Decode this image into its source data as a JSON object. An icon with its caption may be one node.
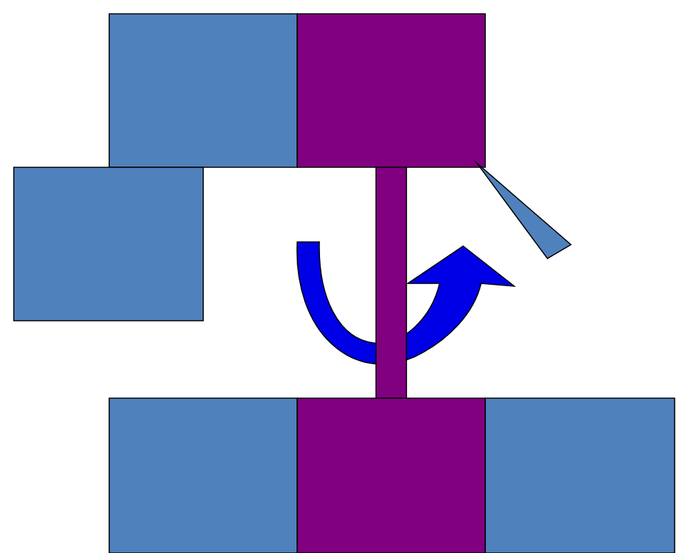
{
  "diagram": {
    "nodes": [
      {
        "text": [],
        "shape": "box"
      },
      {
        "text": [],
        "shape": "box"
      },
      {
        "text": [],
        "shape": "box"
      },
      {
        "text": [],
        "shape": "bar"
      },
      {
        "text": [],
        "shape": "triangle"
      },
      {
        "text": [],
        "shape": "box"
      },
      {
        "text": [],
        "shape": "box"
      },
      {
        "text": [],
        "shape": "box"
      }
    ]
  }
}
